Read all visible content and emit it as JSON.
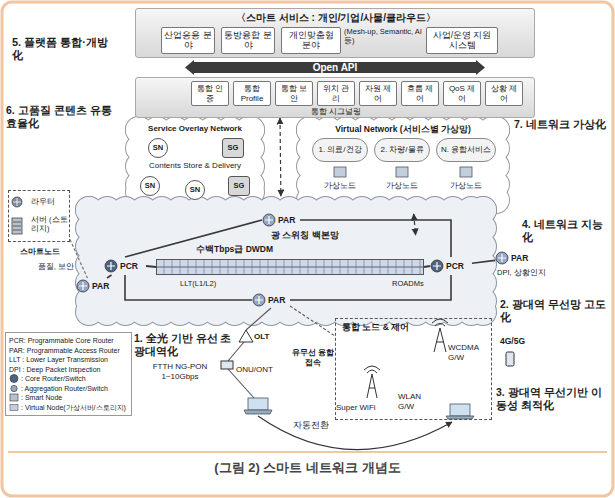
{
  "diagram": {
    "caption": "(그림 2) 스마트 네트워크 개념도",
    "nodes": [
      {
        "text": [
          "〈스마트 서비스 : 개인/기업/사물/클라우드〉"
        ]
      },
      {
        "text": [
          "산업응용 분야"
        ],
        "in": 0
      },
      {
        "text": [
          "통방융합 분야"
        ],
        "in": 0
      },
      {
        "text": [
          "개인맞춤형 분야"
        ],
        "in": 0
      },
      {
        "text": [
          "사업/운영 지원 시스템"
        ],
        "in": 0
      },
      {
        "text": [
          "Open API"
        ]
      },
      {
        "text": [
          "통합 시그널링"
        ]
      },
      {
        "text": [
          "통합 인증"
        ],
        "in": 6
      },
      {
        "text": [
          "통합 Profile"
        ],
        "in": 6
      },
      {
        "text": [
          "통합 보안"
        ],
        "in": 6
      },
      {
        "text": [
          "위치 관리"
        ],
        "in": 6
      },
      {
        "text": [
          "자원 제어"
        ],
        "in": 6
      },
      {
        "text": [
          "흐름 제어"
        ],
        "in": 6
      },
      {
        "text": [
          "QoS 제어"
        ],
        "in": 6
      },
      {
        "text": [
          "상황 제어"
        ],
        "in": 6
      },
      {
        "text": [
          "Service Overlay Network",
          "Contents Store & Delivery"
        ]
      },
      {
        "text": [
          "SN"
        ],
        "in": 15
      },
      {
        "text": [
          "SG"
        ],
        "in": 15
      },
      {
        "text": [
          "SN"
        ],
        "in": 15
      },
      {
        "text": [
          "SN"
        ],
        "in": 15
      },
      {
        "text": [
          "SG"
        ],
        "in": 15
      },
      {
        "text": [
          "Virtual Network (서비스별 가상망)"
        ]
      },
      {
        "text": [
          "1. 의료/건강"
        ],
        "in": 21
      },
      {
        "text": [
          "2. 차량/물류"
        ],
        "in": 21
      },
      {
        "text": [
          "N. 융합서비스"
        ],
        "in": 21
      },
      {
        "text": [
          "라우터",
          "서버 (스토리지)",
          "스마트노드"
        ]
      },
      {
        "text": [
          "광 스위칭 백본망"
        ]
      },
      {
        "text": [
          "PAR"
        ],
        "in": 26
      },
      {
        "text": [
          "PCR"
        ],
        "in": 26
      },
      {
        "text": [
          "수백Tbps급 DWDM"
        ],
        "in": 26
      },
      {
        "text": [
          "PCR"
        ],
        "in": 26
      },
      {
        "text": [
          "PAR"
        ],
        "in": 26
      },
      {
        "text": [
          "PAR"
        ],
        "in": 26
      },
      {
        "text": [
          "PAR"
        ],
        "in": 26
      },
      {
        "text": [
          "통합 노드 & 제어"
        ]
      }
    ],
    "edges": [
      {
        "from": 6,
        "to": 26,
        "arrow": "both"
      },
      {
        "from": 21,
        "to": 26,
        "arrow": "both"
      },
      {
        "from": 25,
        "to": 31,
        "arrow": "none"
      },
      {
        "from": 28,
        "to": 27,
        "arrow": "none"
      },
      {
        "from": 28,
        "to": 31,
        "arrow": "none"
      },
      {
        "from": 28,
        "to": 33,
        "arrow": "none"
      },
      {
        "from": 30,
        "to": 27,
        "arrow": "none"
      },
      {
        "from": 30,
        "to": 32,
        "arrow": "none"
      },
      {
        "from": 30,
        "to": 33,
        "arrow": "none"
      },
      {
        "from": 28,
        "to": 29,
        "arrow": "none"
      },
      {
        "from": 29,
        "to": 30,
        "arrow": "none"
      }
    ],
    "labels": [
      "(Mesh-up, Semantic, AI 등)",
      "5. 플랫폼 통합·개방化",
      "6. 고품질 콘텐츠 유통 효율化",
      "7. 네트워크 가상化",
      "4. 네트워크 지능化",
      "1. 全光 기반 유선 초광대역化",
      "2. 광대역 무선망 고도化",
      "3. 광대역 무선기반 이동성 최적化",
      "가상노드",
      "가상노드",
      "가상노드",
      "품질, 보안",
      "DPI, 상황인지",
      "LLT(L1/L2)",
      "ROADMs",
      "OLT",
      "ONU/ONT",
      "FTTH NG-PON 1~10Gbps",
      "유무선 융합 접속",
      "Super WiFi",
      "WLAN G/W",
      "WCDMA G/W",
      "4G/5G",
      "자동전환"
    ],
    "legend": [
      {
        "text": "PCR: Programmable Core Router"
      },
      {
        "text": "PAR: Programmable Access Router"
      },
      {
        "text": "LLT : Lower Layer Transmission"
      },
      {
        "text": "DPI : Deep Packet Inspection"
      },
      {
        "text": ": Core Router/Switch"
      },
      {
        "text": ": Aggregation Router/Switch"
      },
      {
        "text": ": Smart Node"
      },
      {
        "text": ": Virtual Node(가상서버/스토리지)"
      }
    ]
  }
}
